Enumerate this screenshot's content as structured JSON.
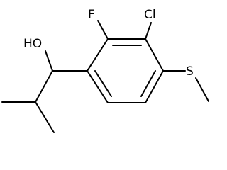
{
  "atoms": {
    "fluorine": "F",
    "chlorine": "Cl",
    "sulfur": "S",
    "hydroxyl": "HO"
  },
  "colors": {
    "bond": "#000000",
    "label": "#000000",
    "background": "#ffffff"
  }
}
